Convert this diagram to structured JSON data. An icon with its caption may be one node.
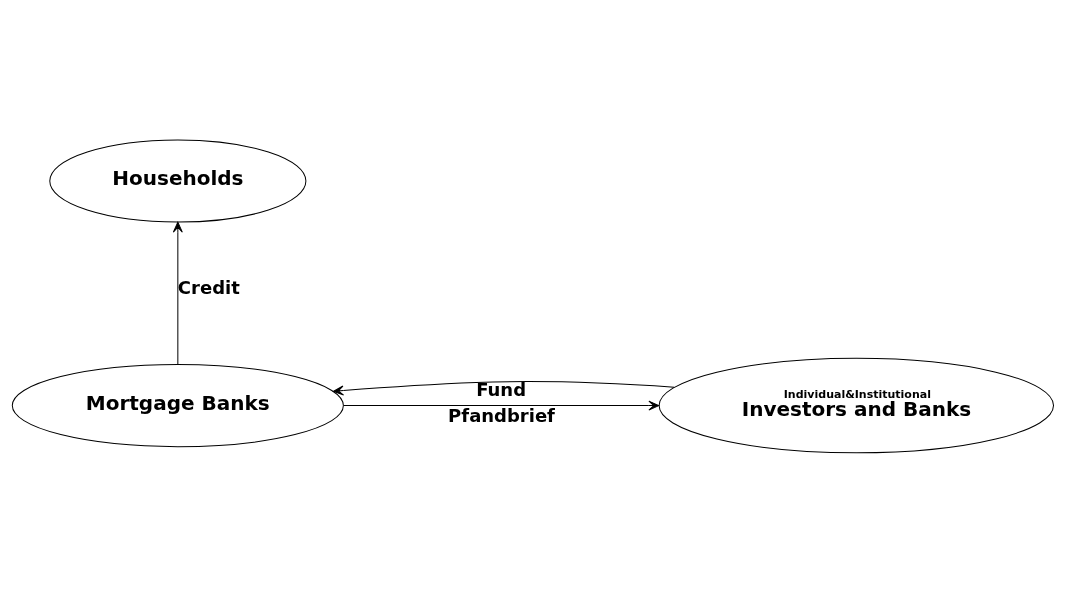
{
  "diagram": {
    "nodes": [
      {
        "text": [
          "Households"
        ]
      },
      {
        "text": [
          "Mortgage Banks"
        ]
      },
      {
        "text": [
          "Individual&Institutional",
          "Investors and Banks"
        ]
      }
    ],
    "edges": [
      {
        "from": 1,
        "to": 0,
        "arrow": "to",
        "label": "Credit"
      },
      {
        "from": 1,
        "to": 2,
        "arrow": "to",
        "label": "Pfandbrief"
      },
      {
        "from": 2,
        "to": 1,
        "arrow": "to",
        "label": "Fund"
      }
    ]
  }
}
